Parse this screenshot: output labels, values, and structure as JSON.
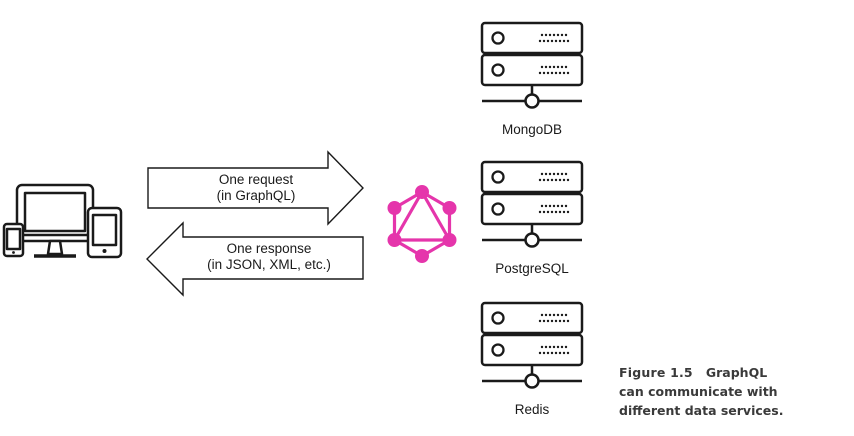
{
  "request": {
    "line1": "One request",
    "line2": "(in GraphQL)"
  },
  "response": {
    "line1": "One response",
    "line2": "(in JSON, XML, etc.)"
  },
  "servers": [
    {
      "label": "MongoDB"
    },
    {
      "label": "PostgreSQL"
    },
    {
      "label": "Redis"
    }
  ],
  "caption": {
    "figure": "Figure 1.5",
    "line1": "GraphQL",
    "line2": "can communicate with",
    "line3": "different data services."
  },
  "colors": {
    "graphql_pink": "#E535AB",
    "ink": "#1a1a1a"
  },
  "icons": [
    "devices-icon",
    "graphql-logo-icon",
    "server-icon"
  ]
}
